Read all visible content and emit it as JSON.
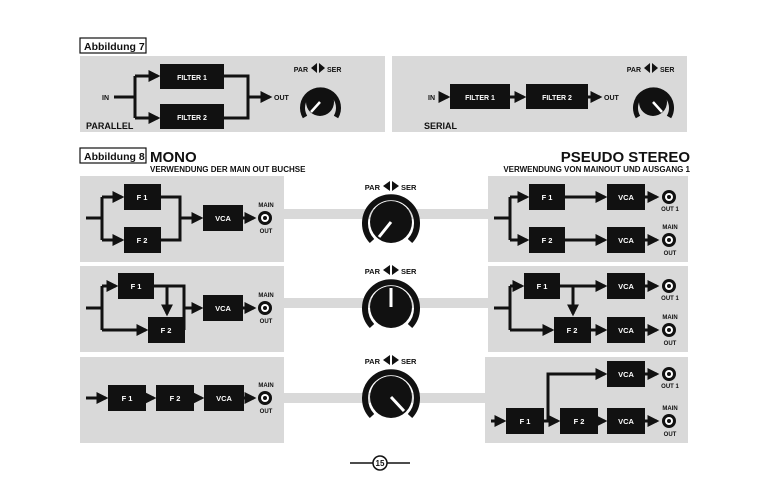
{
  "figure7": {
    "label": "Abbildung 7",
    "parallel": {
      "caption": "PARALLEL",
      "in_label": "IN",
      "out_label": "OUT",
      "filter1": "FILTER 1",
      "filter2": "FILTER 2"
    },
    "serial": {
      "caption": "SERIAL",
      "in_label": "IN",
      "out_label": "OUT",
      "filter1": "FILTER 1",
      "filter2": "FILTER 2"
    },
    "switch_label": "PAR",
    "switch_label_right": "SER"
  },
  "figure8": {
    "label": "Abbildung 8",
    "mono_title": "MONO",
    "mono_subtitle": "VERWENDUNG DER MAIN OUT BUCHSE",
    "stereo_title": "PSEUDO STEREO",
    "stereo_subtitle": "VERWENDUNG VON MAINOUT UND AUSGANG 1",
    "switch_label": "PAR",
    "switch_label_right": "SER",
    "f1": "F 1",
    "f2": "F 2",
    "vca": "VCA",
    "main_label": "MAIN",
    "out_label": "OUT",
    "out1_label": "OUT 1"
  },
  "page_number": "15"
}
